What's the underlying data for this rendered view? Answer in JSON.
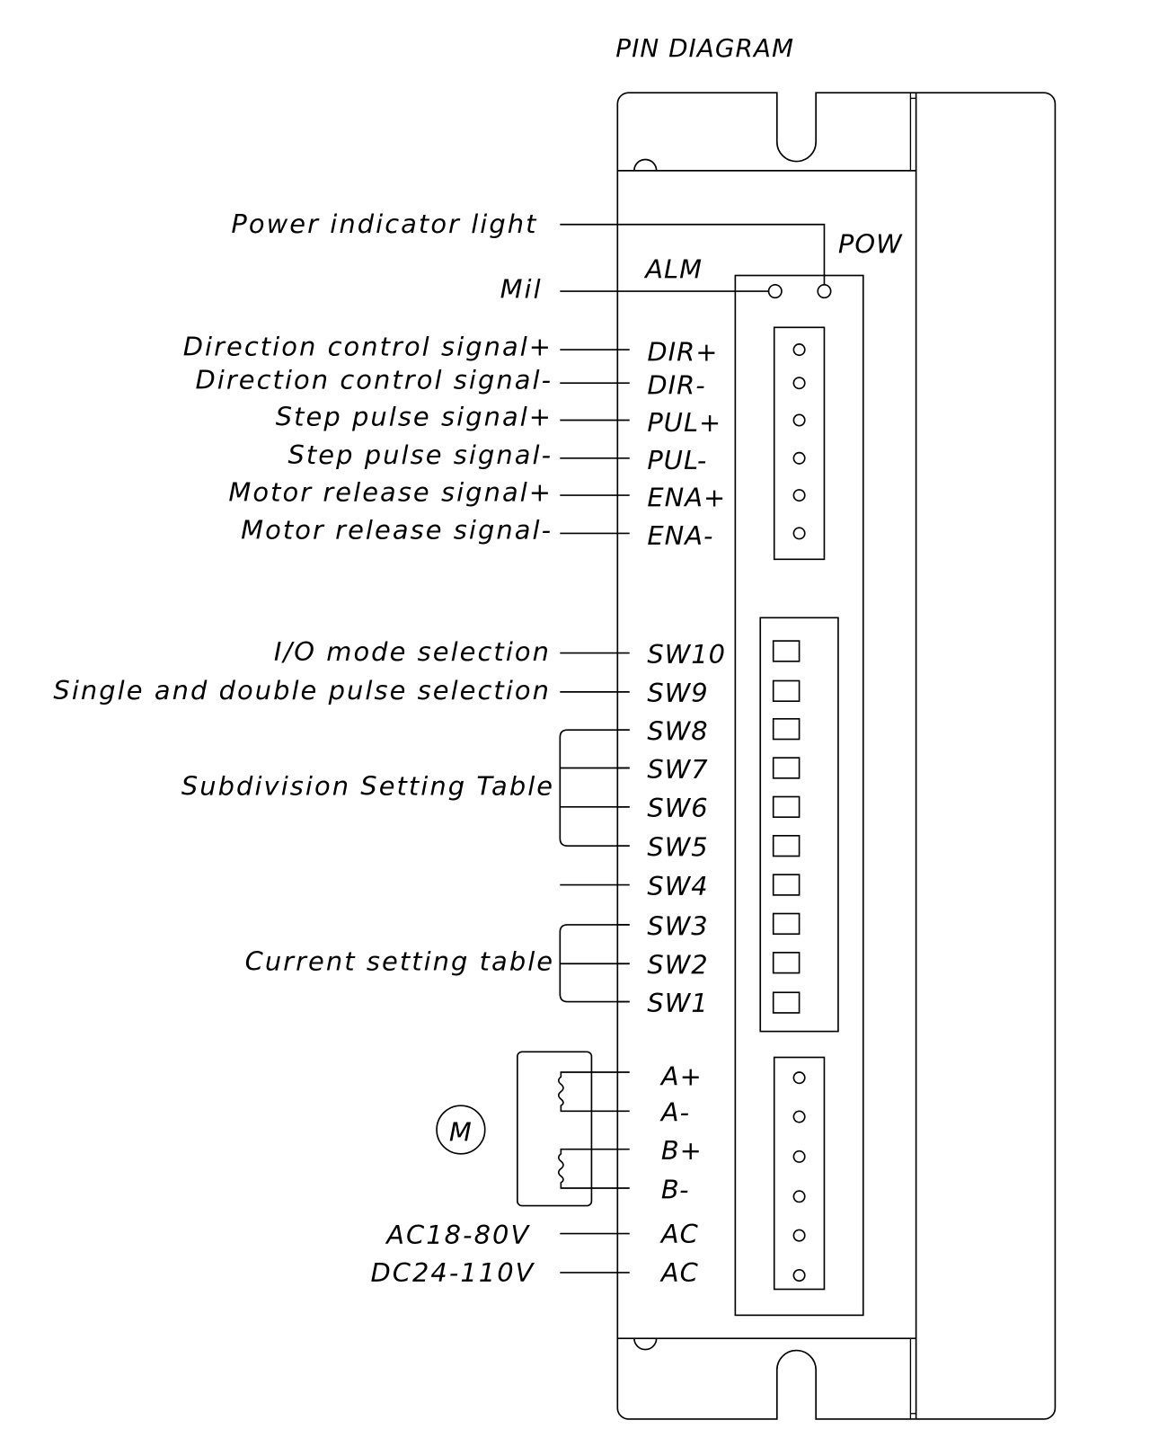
{
  "title": "PIN DIAGRAM",
  "indicators": {
    "power_label": "Power indicator light",
    "alarm_label": "Mil",
    "pow_tag": "POW",
    "alm_tag": "ALM"
  },
  "signal_pins": [
    {
      "description": "Direction control signal+",
      "pin": "DIR+"
    },
    {
      "description": "Direction control signal-",
      "pin": "DIR-"
    },
    {
      "description": "Step pulse signal+",
      "pin": "PUL+"
    },
    {
      "description": "Step pulse signal-",
      "pin": "PUL-"
    },
    {
      "description": "Motor release signal+",
      "pin": "ENA+"
    },
    {
      "description": "Motor release signal-",
      "pin": "ENA-"
    }
  ],
  "switches": [
    {
      "pin": "SW10",
      "description": "I/O mode selection"
    },
    {
      "pin": "SW9",
      "description": "Single and double pulse selection"
    },
    {
      "pin": "SW8",
      "description": ""
    },
    {
      "pin": "SW7",
      "description": ""
    },
    {
      "pin": "SW6",
      "description": ""
    },
    {
      "pin": "SW5",
      "description": ""
    },
    {
      "pin": "SW4",
      "description": ""
    },
    {
      "pin": "SW3",
      "description": ""
    },
    {
      "pin": "SW2",
      "description": ""
    },
    {
      "pin": "SW1",
      "description": ""
    }
  ],
  "switch_groups": {
    "subdivision": "Subdivision Setting Table",
    "current": "Current setting table"
  },
  "motor": {
    "symbol": "M",
    "pins": [
      "A+",
      "A-",
      "B+",
      "B-"
    ]
  },
  "power": {
    "ac_label": "AC18-80V",
    "dc_label": "DC24-110V",
    "pins": [
      "AC",
      "AC"
    ]
  }
}
